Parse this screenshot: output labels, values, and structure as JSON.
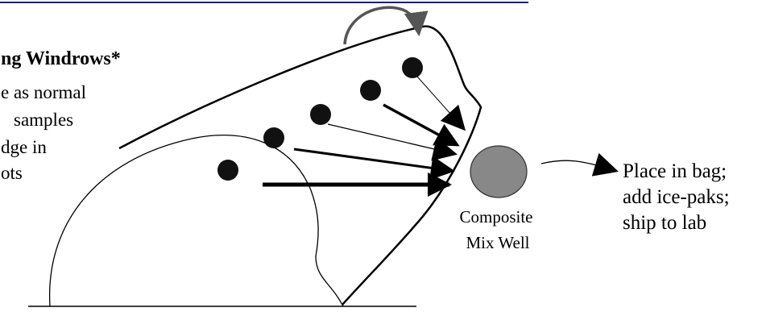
{
  "heading": "ng Windrows*",
  "body_lines": [
    "e as normal",
    "samples",
    "dge in",
    "ots"
  ],
  "composite_label": [
    "Composite",
    "Mix Well"
  ],
  "destination_lines": [
    "Place in bag;",
    "add ice-paks;",
    "ship to lab"
  ],
  "colors": {
    "top_rule": "#1a1aa8",
    "sample_dot": "#111111",
    "well_fill": "#888888",
    "rotate_arrow": "#555555"
  }
}
